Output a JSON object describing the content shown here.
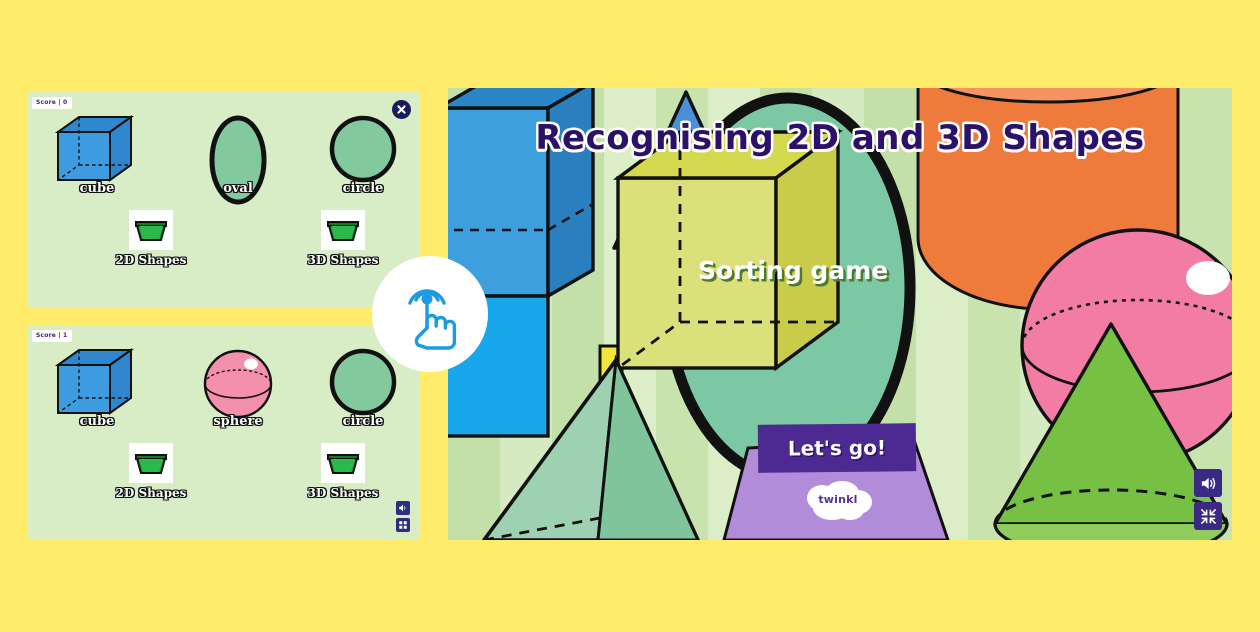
{
  "page": {
    "background_color": "#FFEC6B"
  },
  "left_column": {
    "panels": [
      {
        "score_label": "Score | 0",
        "panel_background": "#D8EDC6",
        "close_icon": "close-icon",
        "shapes": [
          {
            "label": "cube",
            "kind": "cube",
            "color": "#3D9BE0"
          },
          {
            "label": "oval",
            "kind": "oval",
            "color": "#82C99E"
          },
          {
            "label": "circle",
            "kind": "circle",
            "color": "#82C99E"
          }
        ],
        "bins": [
          {
            "label": "2D Shapes",
            "icon": "bin-icon"
          },
          {
            "label": "3D Shapes",
            "icon": "bin-icon"
          }
        ],
        "controls": []
      },
      {
        "score_label": "Score | 1",
        "panel_background": "#D8EDC6",
        "close_icon": null,
        "shapes": [
          {
            "label": "cube",
            "kind": "cube",
            "color": "#3D9BE0"
          },
          {
            "label": "sphere",
            "kind": "sphere",
            "color": "#F48FAE"
          },
          {
            "label": "circle",
            "kind": "circle",
            "color": "#82C99E"
          }
        ],
        "bins": [
          {
            "label": "2D Shapes",
            "icon": "bin-icon"
          },
          {
            "label": "3D Shapes",
            "icon": "bin-icon"
          }
        ],
        "controls": [
          {
            "icon": "speaker-icon"
          },
          {
            "icon": "grid-icon"
          }
        ]
      }
    ]
  },
  "cursor": {
    "icon": "tap-hand-icon",
    "color": "#1D9BE0"
  },
  "right_panel": {
    "title": "Recognising 2D and 3D Shapes",
    "title_color": "#2B1168",
    "subtitle": "Sorting game",
    "subtitle_color": "#FFFFFF",
    "cta_label": "Let's go!",
    "cta_color": "#4C2A91",
    "brand": "twinkl",
    "brand_color": "#5B2D9B",
    "background_color": "#CFE6B8",
    "controls": [
      {
        "icon": "speaker-icon"
      },
      {
        "icon": "fullscreen-collapse-icon"
      }
    ],
    "decor_shapes": [
      {
        "name": "cuboid",
        "color": "#2A8FD4"
      },
      {
        "name": "square",
        "color": "#19A7EB"
      },
      {
        "name": "triangle",
        "color": "#4C8FD8"
      },
      {
        "name": "cube",
        "color": "#D4D84E"
      },
      {
        "name": "rectangle",
        "color": "#F2E63C"
      },
      {
        "name": "pyramid",
        "color": "#8FCBA8"
      },
      {
        "name": "ellipse",
        "color": "#7DC8A4"
      },
      {
        "name": "cylinder",
        "color": "#EE7A3C"
      },
      {
        "name": "sphere",
        "color": "#F27CA3"
      },
      {
        "name": "cone",
        "color": "#76C044"
      },
      {
        "name": "pentagon",
        "color": "#B38CD9"
      }
    ]
  }
}
